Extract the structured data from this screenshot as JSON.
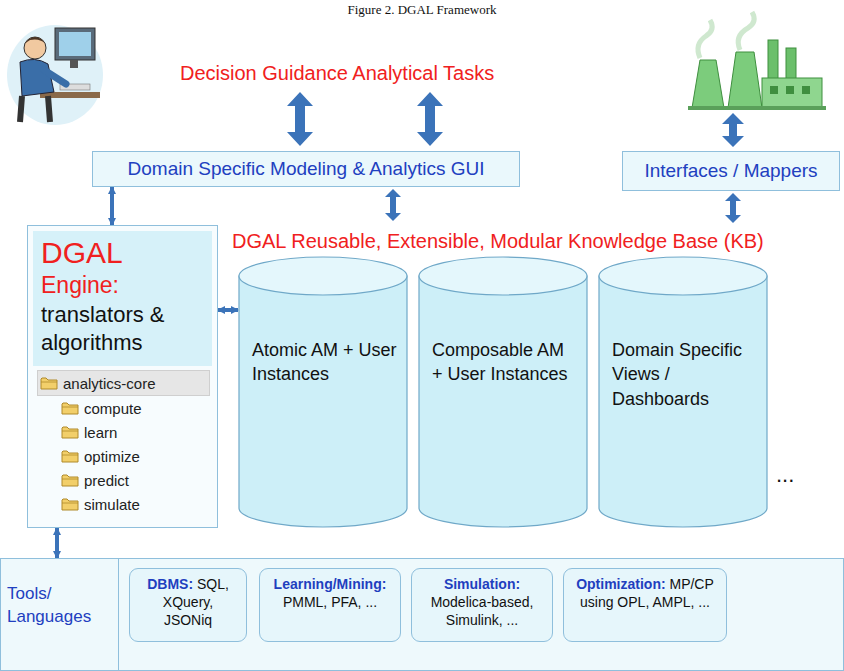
{
  "diagram": {
    "title": "Figure 2. DGAL Framework",
    "nodes": [
      {
        "text": [
          "Domain Specific Modeling & Analytics GUI"
        ]
      },
      {
        "text": [
          "Interfaces / Mappers"
        ]
      },
      {
        "text": [
          "DGAL",
          "Engine:",
          "translators & algorithms",
          "analytics-core",
          "compute",
          "learn",
          "optimize",
          "predict",
          "simulate"
        ]
      },
      {
        "text": [
          "Atomic AM + User Instances"
        ]
      },
      {
        "text": [
          "Composable AM + User Instances"
        ]
      },
      {
        "text": [
          "Domain Specific Views / Dashboards"
        ]
      },
      {
        "text": [
          "Tools/ Languages"
        ]
      },
      {
        "text": [
          "DBMS:",
          "SQL, XQuery, JSONiq"
        ],
        "in": 6
      },
      {
        "text": [
          "Learning/Mining:",
          "PMML, PFA, ..."
        ],
        "in": 6
      },
      {
        "text": [
          "Simulation:",
          "Modelica-based, Simulink, ..."
        ],
        "in": 6
      },
      {
        "text": [
          "Optimization:",
          "MP/CP using OPL, AMPL, ..."
        ],
        "in": 6
      }
    ],
    "edges": [
      {
        "from": 0,
        "to": 2,
        "arrow": "both"
      },
      {
        "from": 2,
        "to": 3,
        "arrow": "both"
      },
      {
        "from": 2,
        "to": 6,
        "arrow": "both"
      }
    ],
    "labels": [
      "Decision Guidance Analytical Tasks",
      "DGAL Reusable, Extensible, Modular Knowledge Base (KB)",
      "...",
      "..."
    ]
  }
}
